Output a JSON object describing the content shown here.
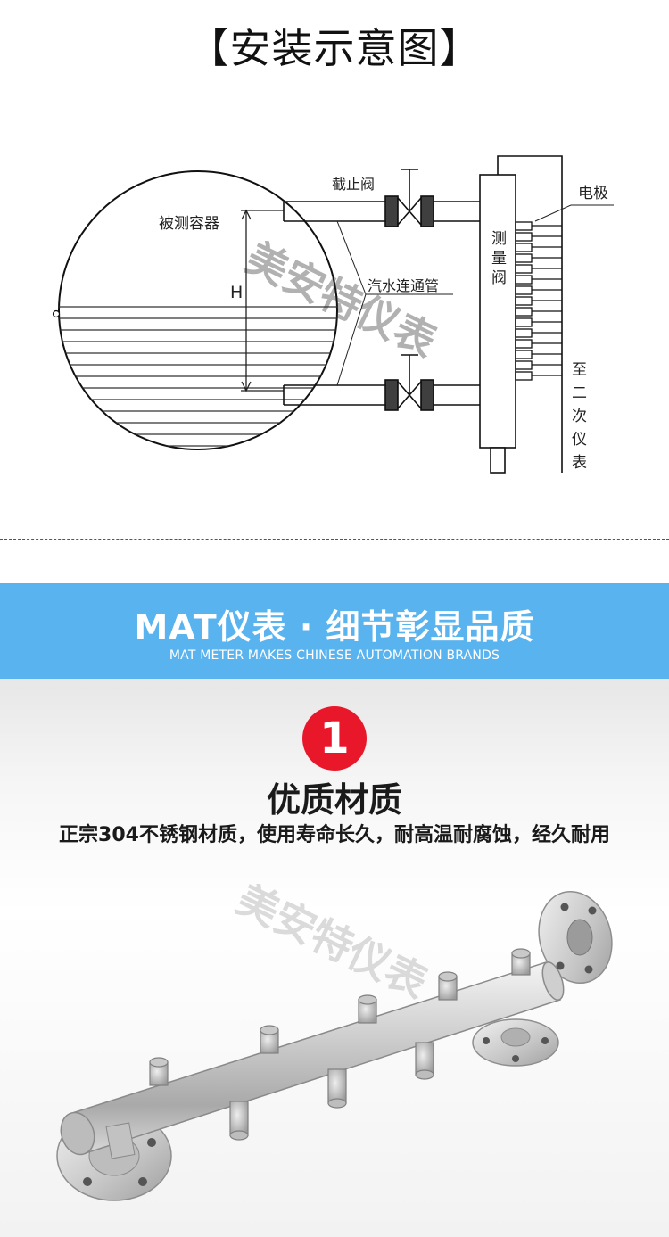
{
  "install": {
    "title": "【安装示意图】",
    "labels": {
      "vessel": "被测容器",
      "height": "H",
      "stop_valve": "截止阀",
      "pipe": "汽水连通管",
      "measure_valve": [
        "测",
        "量",
        "阀"
      ],
      "electrode": "电极",
      "to_secondary": [
        "至",
        "二",
        "次",
        "仪",
        "表"
      ]
    }
  },
  "banner": {
    "title": "MAT仪表 · 细节彰显品质",
    "subtitle": "MAT METER MAKES CHINESE AUTOMATION BRANDS",
    "color": "#59b3ef"
  },
  "feature": {
    "number": "1",
    "badge_color": "#e8182a",
    "title": "优质材质",
    "description": "正宗304不锈钢材质，使用寿命长久，耐高温耐腐蚀，经久耐用"
  },
  "watermark": "美安特仪表"
}
